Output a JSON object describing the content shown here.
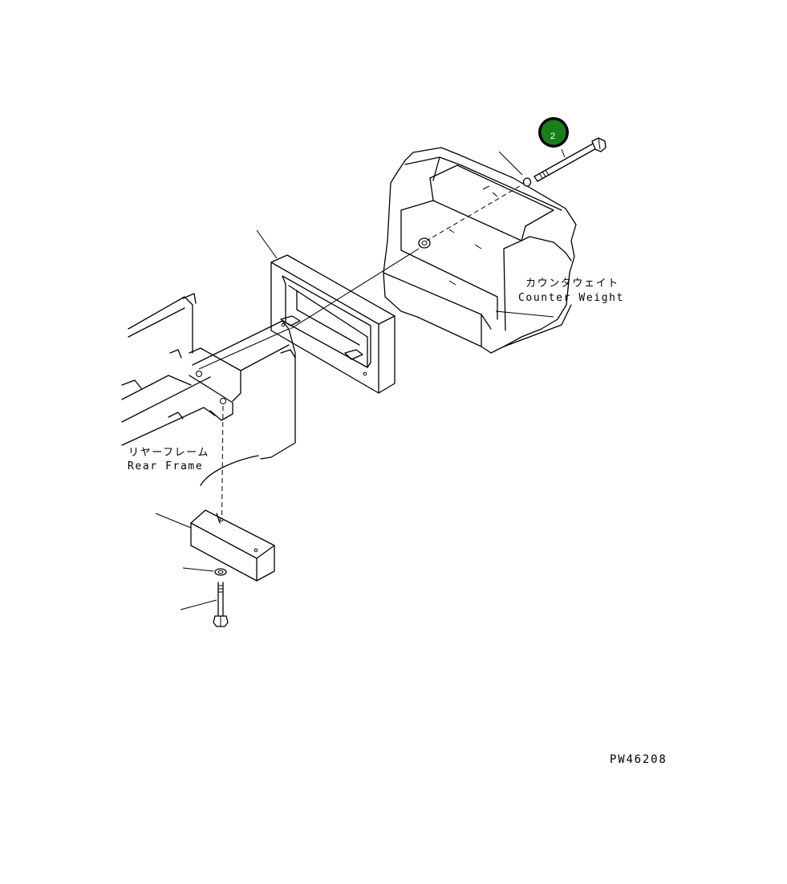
{
  "labels": {
    "counterweight_jp": "カウンタウェイト",
    "counterweight_en": "Counter Weight",
    "rear_frame_jp": "リヤーフレーム",
    "rear_frame_en": "Rear Frame",
    "drawing_code": "PW46208"
  },
  "callouts": [
    {
      "number": "2",
      "color": "#1a7f1a",
      "ring": "#000000"
    }
  ]
}
